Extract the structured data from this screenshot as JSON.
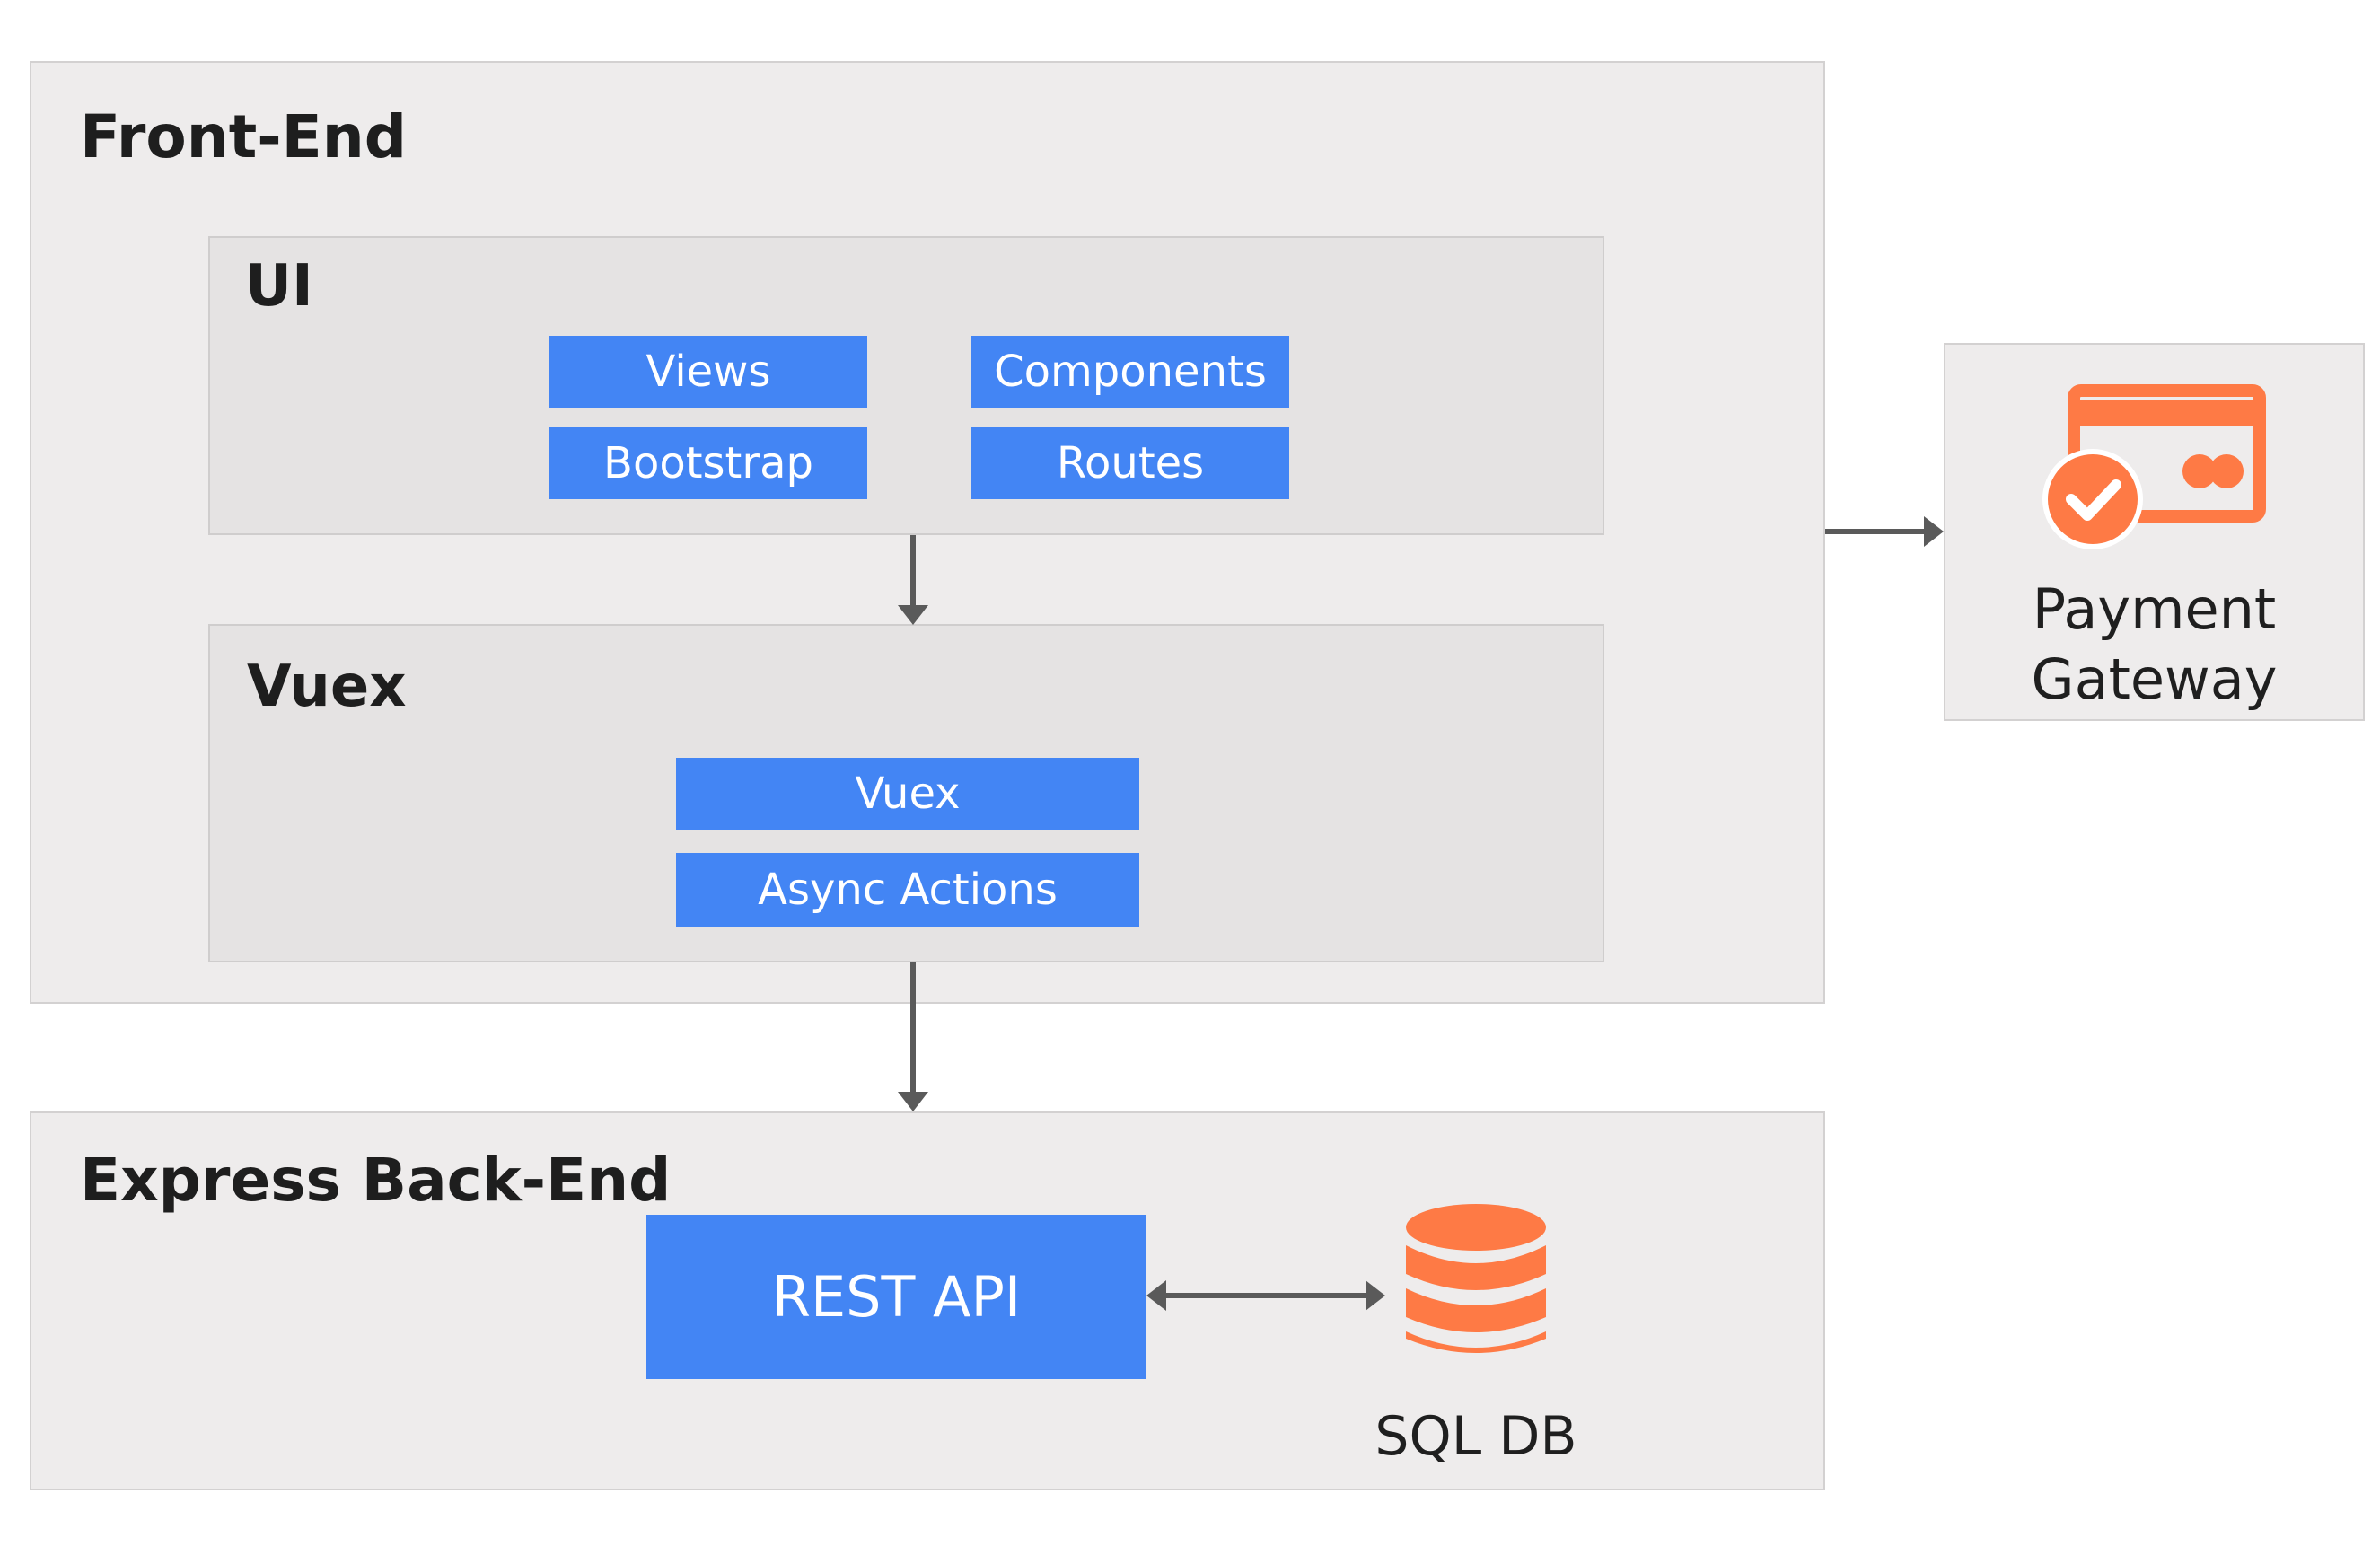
{
  "front_end": {
    "title": "Front-End",
    "ui": {
      "title": "UI",
      "boxes": [
        "Views",
        "Components",
        "Bootstrap",
        "Routes"
      ]
    },
    "vuex": {
      "title": "Vuex",
      "boxes": [
        "Vuex",
        "Async Actions"
      ]
    }
  },
  "back_end": {
    "title": "Express Back-End",
    "api_label": "REST API",
    "db_label": "SQL DB",
    "db_icon": "database-icon"
  },
  "payment": {
    "line1": "Payment",
    "line2": "Gateway",
    "icon": "credit-card-check-icon"
  },
  "colors": {
    "box": "#4385f4",
    "accent": "#fe7a45",
    "arrow": "#5a5a5a",
    "panel": "#eeecec"
  }
}
